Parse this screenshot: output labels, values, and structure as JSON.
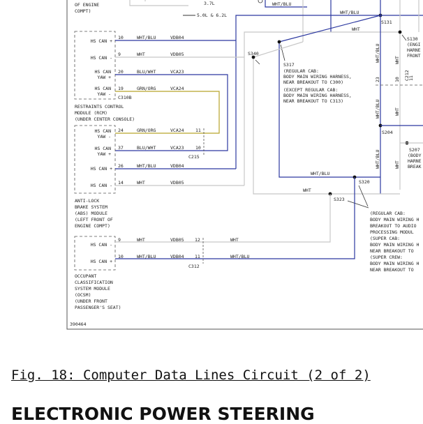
{
  "diagram": {
    "top_labels": [
      "OF ENGINE",
      "COMPT)",
      "3.7L",
      "5.0L & 6.2L",
      "WHT/BLU",
      "WHT/BLU",
      "WHT",
      "S131",
      "S130",
      "(ENGI",
      "HARNE",
      "FRONT"
    ],
    "rcm": {
      "pins": [
        {
          "signal": "HS CAN +",
          "pin": "10",
          "wire": "WHT/BLU",
          "circuit": "VDB04"
        },
        {
          "signal": "HS CAN -",
          "pin": "9",
          "wire": "WHT",
          "circuit": "VDB05"
        },
        {
          "signal_line1": "HS CAN",
          "signal_line2": "YAW +",
          "pin": "20",
          "wire": "BLU/WHT",
          "circuit": "VCA23"
        },
        {
          "signal_line1": "HS CAN",
          "signal_line2": "YAW -",
          "pin": "19",
          "wire": "GRN/ORG",
          "circuit": "VCA24"
        }
      ],
      "connector": "C310B",
      "name_lines": [
        "RESTRAINTS CONTROL",
        "MODULE (RCM)",
        "(UNDER CENTER CONSOLE)"
      ]
    },
    "abs": {
      "pins": [
        {
          "signal_line1": "HS CAN",
          "signal_line2": "YAW -",
          "pin": "24",
          "wire": "GRN/ORG",
          "circuit": "VCA24",
          "cpin": "11"
        },
        {
          "signal_line1": "HS CAN",
          "signal_line2": "YAW +",
          "pin": "37",
          "wire": "BLU/WHT",
          "circuit": "VCA23",
          "cpin": "10"
        },
        {
          "signal": "HS CAN +",
          "pin": "26",
          "wire": "WHT/BLU",
          "circuit": "VDB04"
        },
        {
          "signal": "HS CAN -",
          "pin": "14",
          "wire": "WHT",
          "circuit": "VDB05"
        }
      ],
      "connector": "C215",
      "name_lines": [
        "ANTI-LOCK",
        "BRAKE SYSTEM",
        "(ABS) MODULE",
        "(LEFT FRONT OF",
        "ENGINE COMPT)"
      ]
    },
    "ocsm": {
      "pins": [
        {
          "signal": "HS CAN -",
          "pin": "9",
          "wire": "WHT",
          "circuit": "VDB05",
          "cpin": "12",
          "wire2": "WHT"
        },
        {
          "signal": "HS CAN +",
          "pin": "10",
          "wire": "WHT/BLU",
          "circuit": "VDB04",
          "cpin": "11",
          "wire2": "WHT/BLU"
        }
      ],
      "connector": "C312",
      "name_lines": [
        "OCCUPANT",
        "CLASSIFICATION",
        "SYSTEM MODULE",
        "(OCSM)",
        "(UNDER FRONT",
        "PASSENGER'S SEAT)"
      ]
    },
    "splices": {
      "s340": "S340",
      "s317": "S317",
      "s204": "S204",
      "s207": "S207",
      "s320": "S320",
      "s323": "S323"
    },
    "s317_note": [
      "(REGULAR CAB:",
      "BODY MAIN WIRING HARNESS,",
      "NEAR BREAKOUT TO C300)",
      "(EXCEPT REGULAR CAB:",
      "BODY MAIN WIRING HARNESS,",
      "NEAR BREAKOUT TO C313)"
    ],
    "s207_note": [
      "(BODY",
      "HARNE",
      "BREAK"
    ],
    "s320_note": [
      "(REGULAR CAB:",
      "BODY MAIN WIRING H",
      "BREAKOUT TO AUDIO",
      "PROCESSING MODUL",
      "(SUPER CAB:",
      "BODY MAIN WIRING H",
      "NEAR BREAKOUT TO",
      "(SUPER CREW:",
      "BODY MAIN WIRING H",
      "NEAR BREAKOUT TO"
    ],
    "vertical_labels": {
      "a": "WHT/BLU",
      "b": "WHT",
      "c": "WHT/BLU",
      "d": "WHT",
      "e": "WHT/BLU",
      "f": "WHT",
      "pin23": "23",
      "pin10": "10",
      "pin11": "11",
      "c212": "C212"
    },
    "mid_wires": {
      "whtblu": "WHT/BLU",
      "wht": "WHT"
    },
    "page_number": "390464"
  },
  "caption": "Fig. 18: Computer Data Lines Circuit (2 of 2)",
  "heading": "ELECTRONIC POWER STEERING",
  "colors": {
    "wht": "#c8c8c8",
    "blu": "#2c38a0",
    "grn_org": "#b8a42a",
    "frame": "#555555"
  }
}
